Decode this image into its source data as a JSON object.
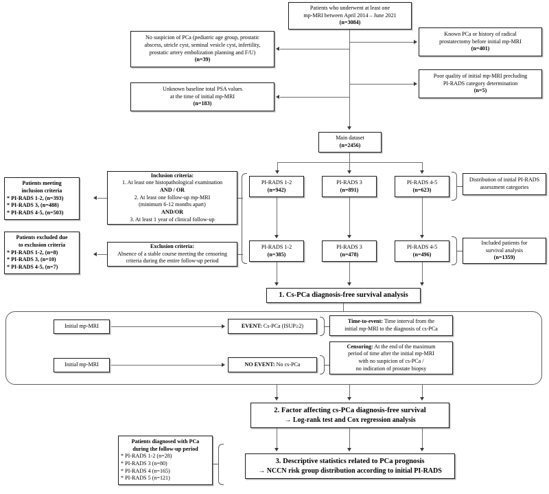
{
  "figure": {
    "type": "flowchart",
    "title": "Patient selection flowchart for cs-PCa diagnosis-free survival analysis"
  },
  "nodes": {
    "source_cohort": {
      "line1": "Patients who underwent at least one",
      "line2": "mp-MRI between April 2014 – June 2021",
      "count": "(n=3084)"
    },
    "excl_no_suspicion": {
      "line1": "No suspicion of PCa (pediatric age group, prostatic",
      "line2": "abscess, utricle cyst, seminal vesicle cyst, infertility,",
      "line3": "prostatic artery embolization planning and F/U)",
      "count": "(n=39)"
    },
    "excl_known_pca": {
      "line1": "Known PCa or history of radical",
      "line2": "prostatectomy before initial mp-MRI",
      "count": "(n=401)"
    },
    "excl_poor_quality": {
      "line1": "Poor quality of initial mp-MRI precluding",
      "line2": "PI-RADS category determination",
      "count": "(n=5)"
    },
    "excl_unknown_psa": {
      "line1": "Unknown baseline total PSA values",
      "line2": "at the time of initial mp-MRI",
      "count": "(n=183)"
    },
    "main_dataset": {
      "line1": "Main dataset",
      "count": "(n=2456)"
    },
    "pirads_initial": [
      {
        "label": "PI-RADS 1-2",
        "count": "(n=942)"
      },
      {
        "label": "PI-RADS 3",
        "count": "(n=891)"
      },
      {
        "label": "PI-RADS 4-5",
        "count": "(n=623)"
      }
    ],
    "pirads_initial_caption": {
      "line1": "Distribution of initial PI-RADS",
      "line2": "assessment categories"
    },
    "pirads_included": [
      {
        "label": "PI-RADS 1-2",
        "count": "(n=385)"
      },
      {
        "label": "PI-RADS 3",
        "count": "(n=478)"
      },
      {
        "label": "PI-RADS 4-5",
        "count": "(n=496)"
      }
    ],
    "pirads_included_caption": {
      "line1": "Included patients for",
      "line2": "survival analysis",
      "count": "(n=1359)"
    },
    "inclusion_criteria": {
      "heading": "Inclusion criteria:",
      "line1": "1. At least one histopathological examination",
      "line2": "AND / OR",
      "line3": "2. At least one follow-up mp-MRI",
      "line4": "(minimum 6-12 months apart)",
      "line5": "AND/OR",
      "line6": "3. At least 1 year of clinical follow-up"
    },
    "exclusion_criteria": {
      "heading": "Exclusion criteria:",
      "line1": "Absence of a stable course meeting the censoring",
      "line2": "criteria during the entire follow-up period"
    },
    "patients_meeting_inclusion": {
      "heading1": "Patients meeting",
      "heading2": "inclusion criteria",
      "items": [
        "* PI-RADS 1-2, (n=393)",
        "* PI-RADS 3,  (n=488)",
        "* PI-RADS 4-5, (n=503)"
      ]
    },
    "patients_excluded": {
      "heading1": "Patients excluded due",
      "heading2": "to exclusion criteria",
      "items": [
        "* PI-RADS 1-2, (n=8)",
        "* PI-RADS 3, (n=10)",
        "* PI-RADS 4-5, (n=7)"
      ]
    },
    "step1": {
      "text": "1. Cs-PCa diagnosis-free survival analysis"
    },
    "initial_mri_event": {
      "text": "Initial mp-MRI"
    },
    "initial_mri_noevent": {
      "text": "Initial mp-MRI"
    },
    "event_box": {
      "bold": "EVENT:",
      "rest": " Cs-PCa (ISUP≥2)"
    },
    "noevent_box": {
      "bold": "NO EVENT:",
      "rest": " No cs-PCa"
    },
    "time_to_event": {
      "bold": "Time-to-event:",
      "line1": " Time interval from the",
      "line2": "initial mp-MRI to the diagnosis of cs-PCa"
    },
    "censoring": {
      "bold": "Censoring:",
      "line1": " At the end of the maximum",
      "line2": "period of time after the initial mp-MRI",
      "line3": "with no suspicion of cs-PCa /",
      "line4": "no indication of prostate biopsy"
    },
    "step2": {
      "line1": "2. Factor affecting cs-PCa diagnosis-free survival",
      "line2": "→ Log-rank test and Cox regression analysis"
    },
    "step3": {
      "line1": "3. Descriptive statistics related to PCa prognosis",
      "line2": "→ NCCN risk group distribution according to initial PI-RADS"
    },
    "patients_diagnosed": {
      "heading1": "Patients diagnosed with PCa",
      "heading2": "during the follow-up period",
      "items": [
        "* PI-RADS 1-2 (n=28)",
        "* PI-RADS 3 (n=80)",
        "* PI-RADS 4 (n=165)",
        "* PI-RADS 5 (n=121)"
      ]
    }
  },
  "colors": {
    "box_border": "#1a1a1a",
    "connector": "#6e6e6e",
    "arrow": "#3a3a3a",
    "brace": "#5c5c5c",
    "text": "#000000",
    "background": "#ffffff"
  }
}
